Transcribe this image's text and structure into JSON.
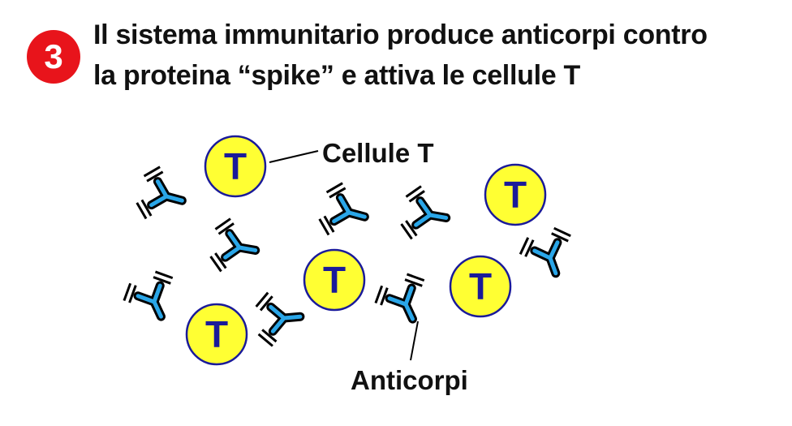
{
  "step_number": "3",
  "title_lines": [
    "Il sistema immunitario produce anticorpi contro",
    "la proteina “spike” e attiva le cellule T"
  ],
  "labels": {
    "t_cells": "Cellule T",
    "antibodies": "Anticorpi"
  },
  "t_cell_letter": "T",
  "colors": {
    "badge": "#e8141b",
    "t_cell_fill": "#ffff33",
    "t_cell_outline": "#1a1a9a",
    "t_letter": "#1a1a9a",
    "antibody_fill": "#2aa6e8",
    "outline": "#000000"
  }
}
